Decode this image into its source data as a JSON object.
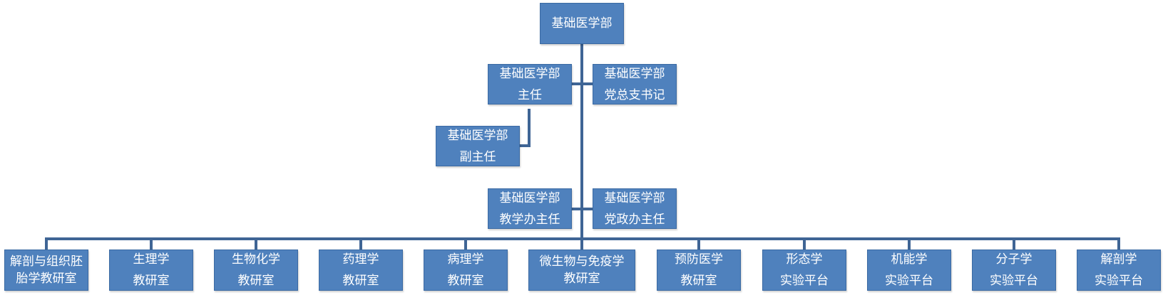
{
  "diagram": {
    "root": {
      "line1": "基础医学部"
    },
    "director": {
      "line1": "基础医学部",
      "line2": "主任"
    },
    "party_secretary": {
      "line1": "基础医学部",
      "line2": "党总支书记"
    },
    "deputy_director": {
      "line1": "基础医学部",
      "line2": "副主任"
    },
    "teaching_office": {
      "line1": "基础医学部",
      "line2": "教学办主任"
    },
    "party_office": {
      "line1": "基础医学部",
      "line2": "党政办主任"
    },
    "departments": [
      {
        "line1": "解剖与组织胚",
        "line2": "胎学教研室"
      },
      {
        "line1": "生理学",
        "line2": "教研室"
      },
      {
        "line1": "生物化学",
        "line2": "教研室"
      },
      {
        "line1": "药理学",
        "line2": "教研室"
      },
      {
        "line1": "病理学",
        "line2": "教研室"
      },
      {
        "line1": "微生物与免疫学",
        "line2": "教研室"
      },
      {
        "line1": "预防医学",
        "line2": "教研室"
      },
      {
        "line1": "形态学",
        "line2": "实验平台"
      },
      {
        "line1": "机能学",
        "line2": "实验平台"
      },
      {
        "line1": "分子学",
        "line2": "实验平台"
      },
      {
        "line1": "解剖学",
        "line2": "实验平台"
      }
    ]
  },
  "colors": {
    "box_fill": "#4f81bd",
    "box_border": "#3b6aa3",
    "connector": "#3f6595",
    "text": "#ffffff"
  }
}
